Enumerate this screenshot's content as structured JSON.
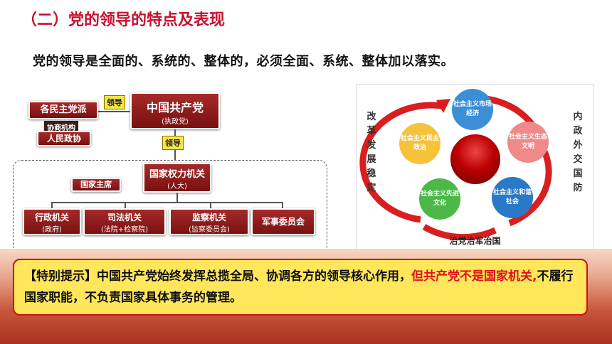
{
  "title": "（二）党的领导的特点及表现",
  "subtitle": "党的领导是全面的、系统的、整体的，必须全面、系统、整体加以落实。",
  "org": {
    "party": "中国共产党",
    "party_sub": "(执政党)",
    "lead1": "领导",
    "lead2": "领导",
    "parties": "各民主党派",
    "consult": "协商机构",
    "cppcc": "人民政协",
    "npc": "国家权力机关",
    "npc_sub": "(人大)",
    "president": "国家主席",
    "admin": "行政机关",
    "admin_sub": "(政府)",
    "judicial": "司法机关",
    "judicial_sub": "(法院+检察院)",
    "supervision": "监察机关",
    "supervision_sub": "(监察委员会)",
    "military": "军事委员会"
  },
  "diagram": {
    "left_text": "改革发展稳定",
    "right_text": "内政外交国防",
    "bottom_text": "治党治军治国",
    "bubbles": [
      {
        "label": "社会主义市场经济",
        "color": "#3a8fd6"
      },
      {
        "label": "社会主义生态文明",
        "color": "#f08a8a"
      },
      {
        "label": "社会主义和谐社会",
        "color": "#2a78c8"
      },
      {
        "label": "社会主义先进文化",
        "color": "#4cb848"
      },
      {
        "label": "社会主义民主政治",
        "color": "#f5c23a"
      }
    ]
  },
  "note": {
    "prefix": "【特别提示】中国共产党始终发挥总揽全局、协调各方的领导核心作用，",
    "red": "但共产党不是国家机关,",
    "suffix": "不履行国家职能，不负责国家具体事务的管理。"
  }
}
